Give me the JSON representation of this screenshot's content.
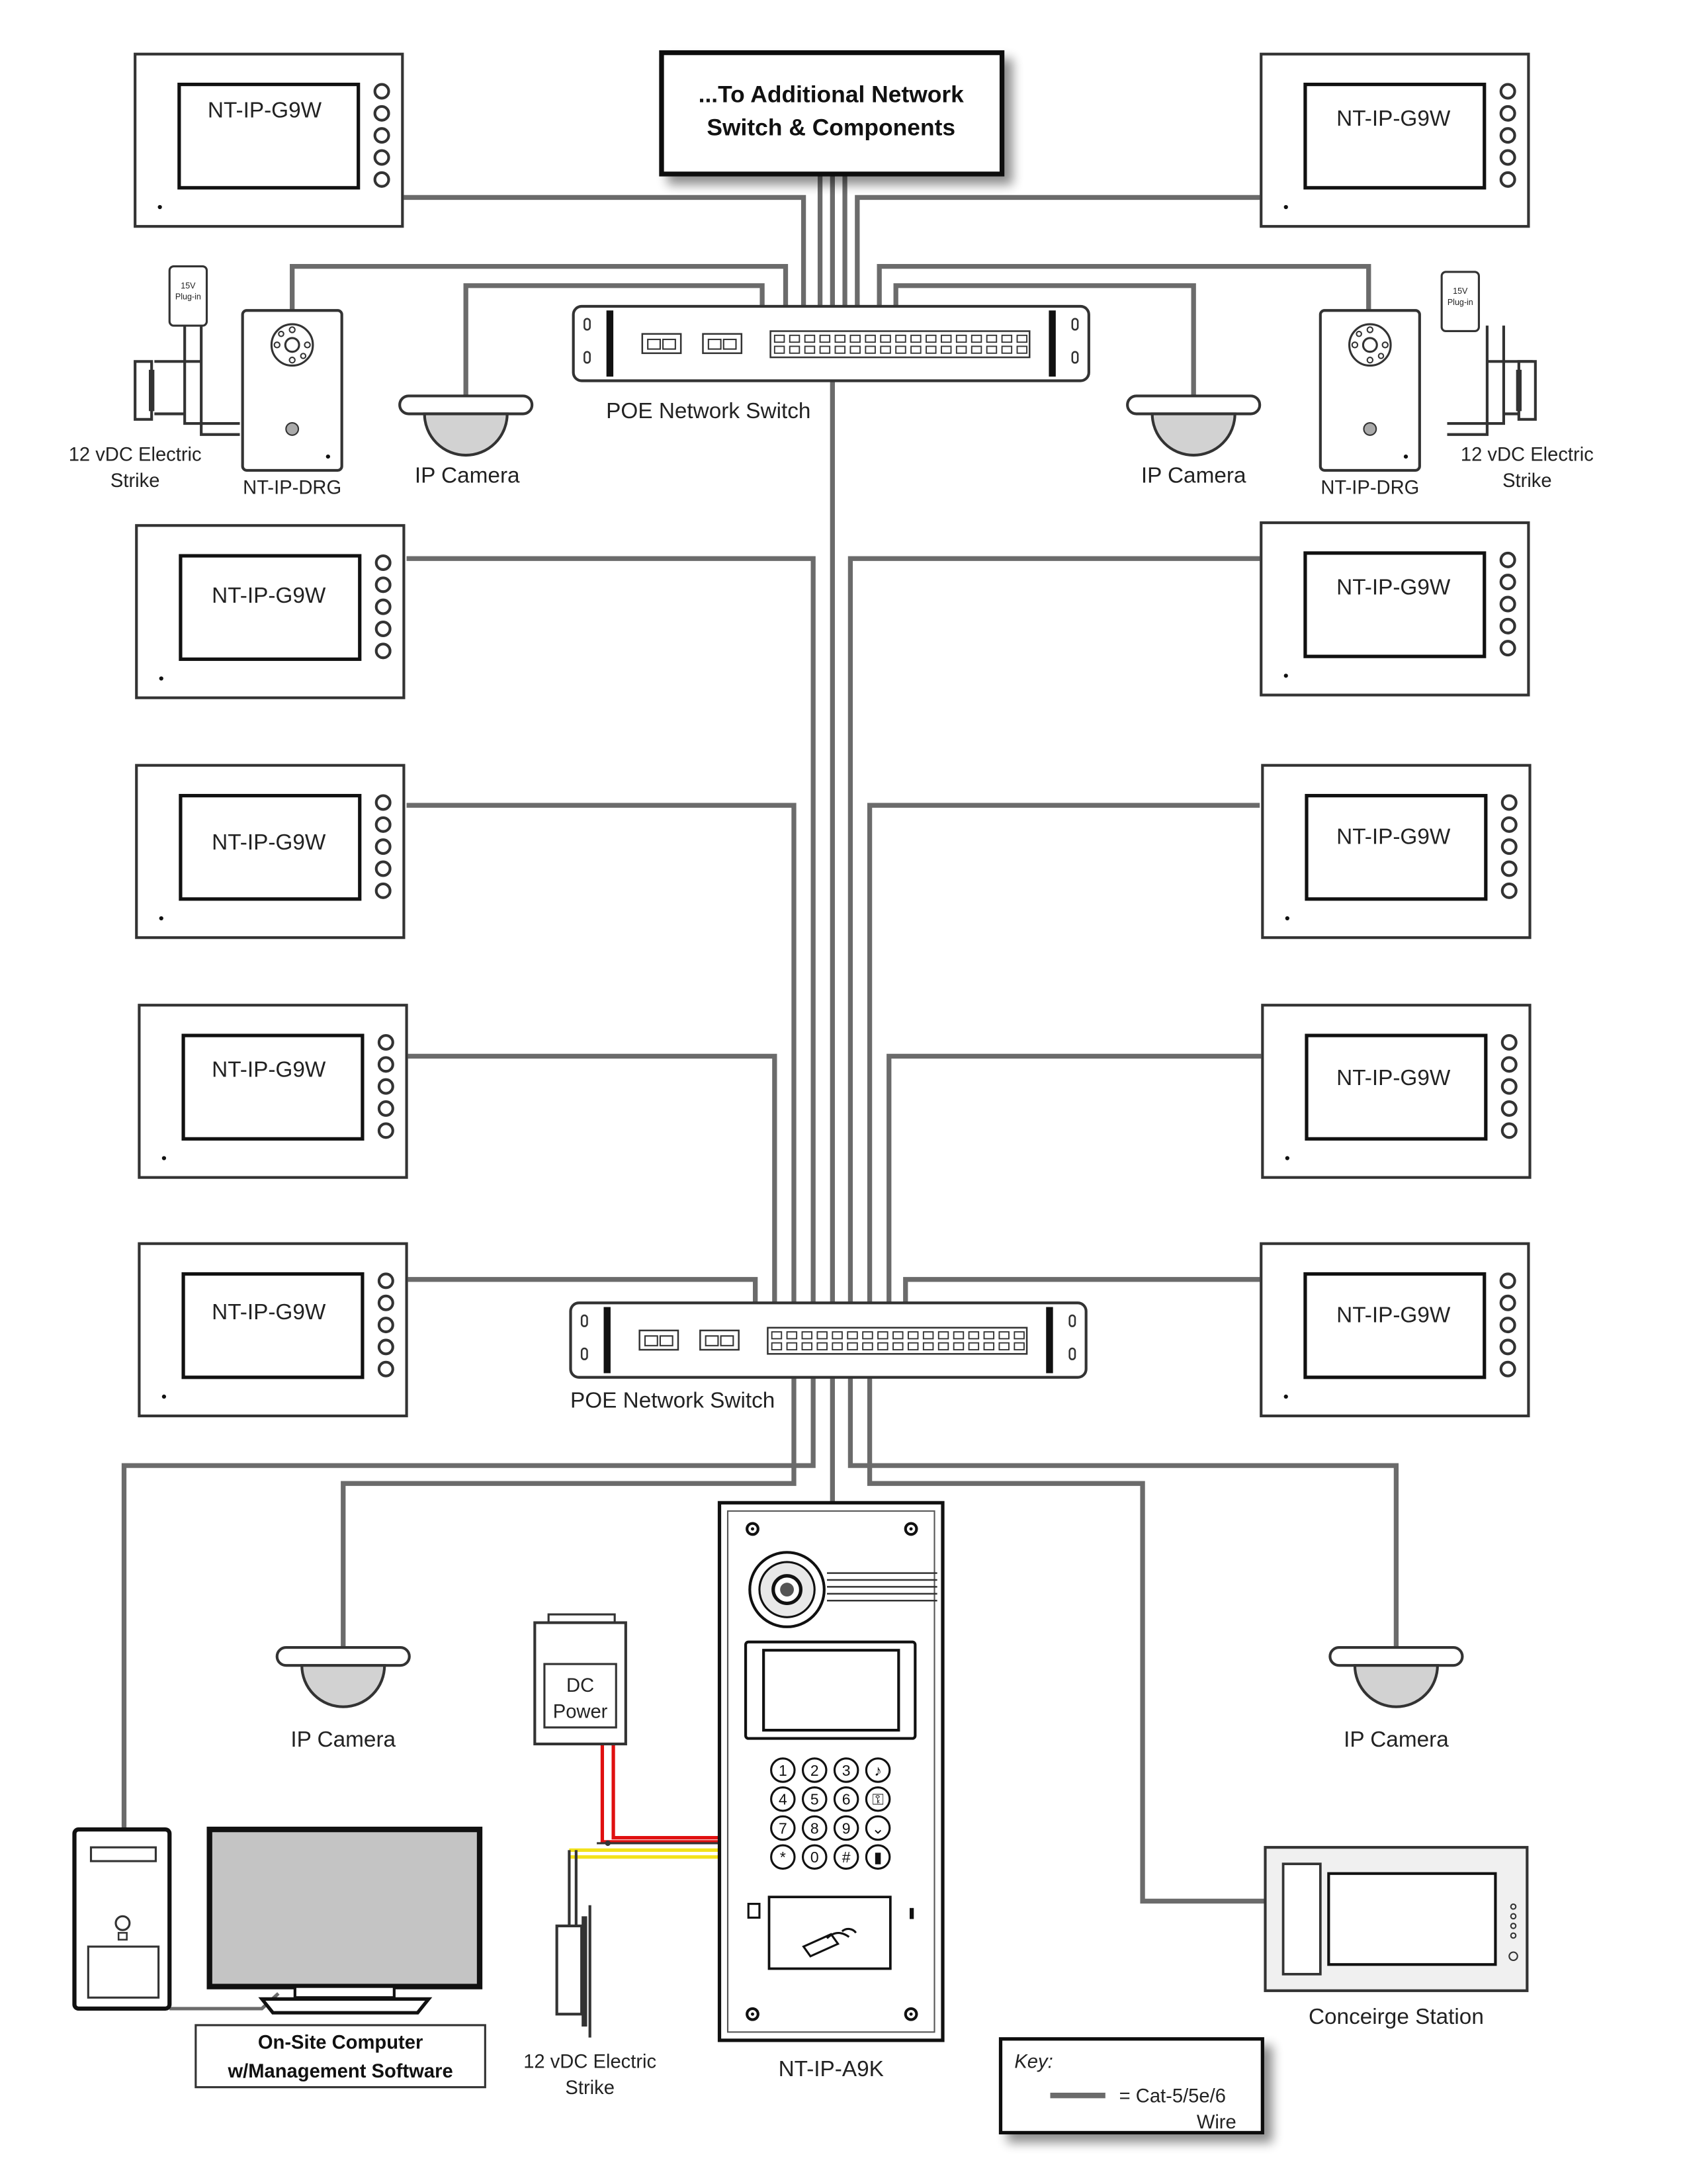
{
  "colors": {
    "wire": "#6b6b6b",
    "outline": "#333333",
    "dark": "#111111",
    "red": "#e01010",
    "yellow": "#f2e21a",
    "screen_gray": "#c4c4c4",
    "panel_light": "#f0f0f0"
  },
  "header_box": {
    "line1": "...To Additional Network",
    "line2": "Switch & Components"
  },
  "monitors": [
    {
      "label": "NT-IP-G9W"
    },
    {
      "label": "NT-IP-G9W"
    },
    {
      "label": "NT-IP-G9W"
    },
    {
      "label": "NT-IP-G9W"
    },
    {
      "label": "NT-IP-G9W"
    },
    {
      "label": "NT-IP-G9W"
    },
    {
      "label": "NT-IP-G9W"
    },
    {
      "label": "NT-IP-G9W"
    },
    {
      "label": "NT-IP-G9W"
    },
    {
      "label": "NT-IP-G9W"
    }
  ],
  "switches": [
    {
      "label": "POE Network Switch"
    },
    {
      "label": "POE Network Switch"
    }
  ],
  "cameras": [
    {
      "label": "IP Camera"
    },
    {
      "label": "IP Camera"
    },
    {
      "label": "IP Camera"
    },
    {
      "label": "IP Camera"
    }
  ],
  "door_stations": [
    {
      "label": "NT-IP-DRG"
    },
    {
      "label": "NT-IP-DRG"
    }
  ],
  "plug_in": {
    "line1": "15V",
    "line2": "Plug-in"
  },
  "strikes": [
    {
      "line1": "12 vDC Electric",
      "line2": "Strike"
    },
    {
      "line1": "12 vDC Electric",
      "line2": "Strike"
    },
    {
      "line1": "12 vDC Electric",
      "line2": "Strike"
    }
  ],
  "dc_power": {
    "line1": "DC",
    "line2": "Power"
  },
  "entry_panel": {
    "label": "NT-IP-A9K"
  },
  "keypad": [
    "1",
    "2",
    "3",
    "bell",
    "4",
    "5",
    "6",
    "key",
    "7",
    "8",
    "9",
    "down",
    "*",
    "0",
    "#",
    "lock"
  ],
  "concierge": {
    "label": "Conceirge Station"
  },
  "computer": {
    "line1": "On-Site Computer",
    "line2": "w/Management Software"
  },
  "key_legend": {
    "title": "Key:",
    "line1": "= Cat-5/5e/6",
    "line2": "Wire"
  }
}
